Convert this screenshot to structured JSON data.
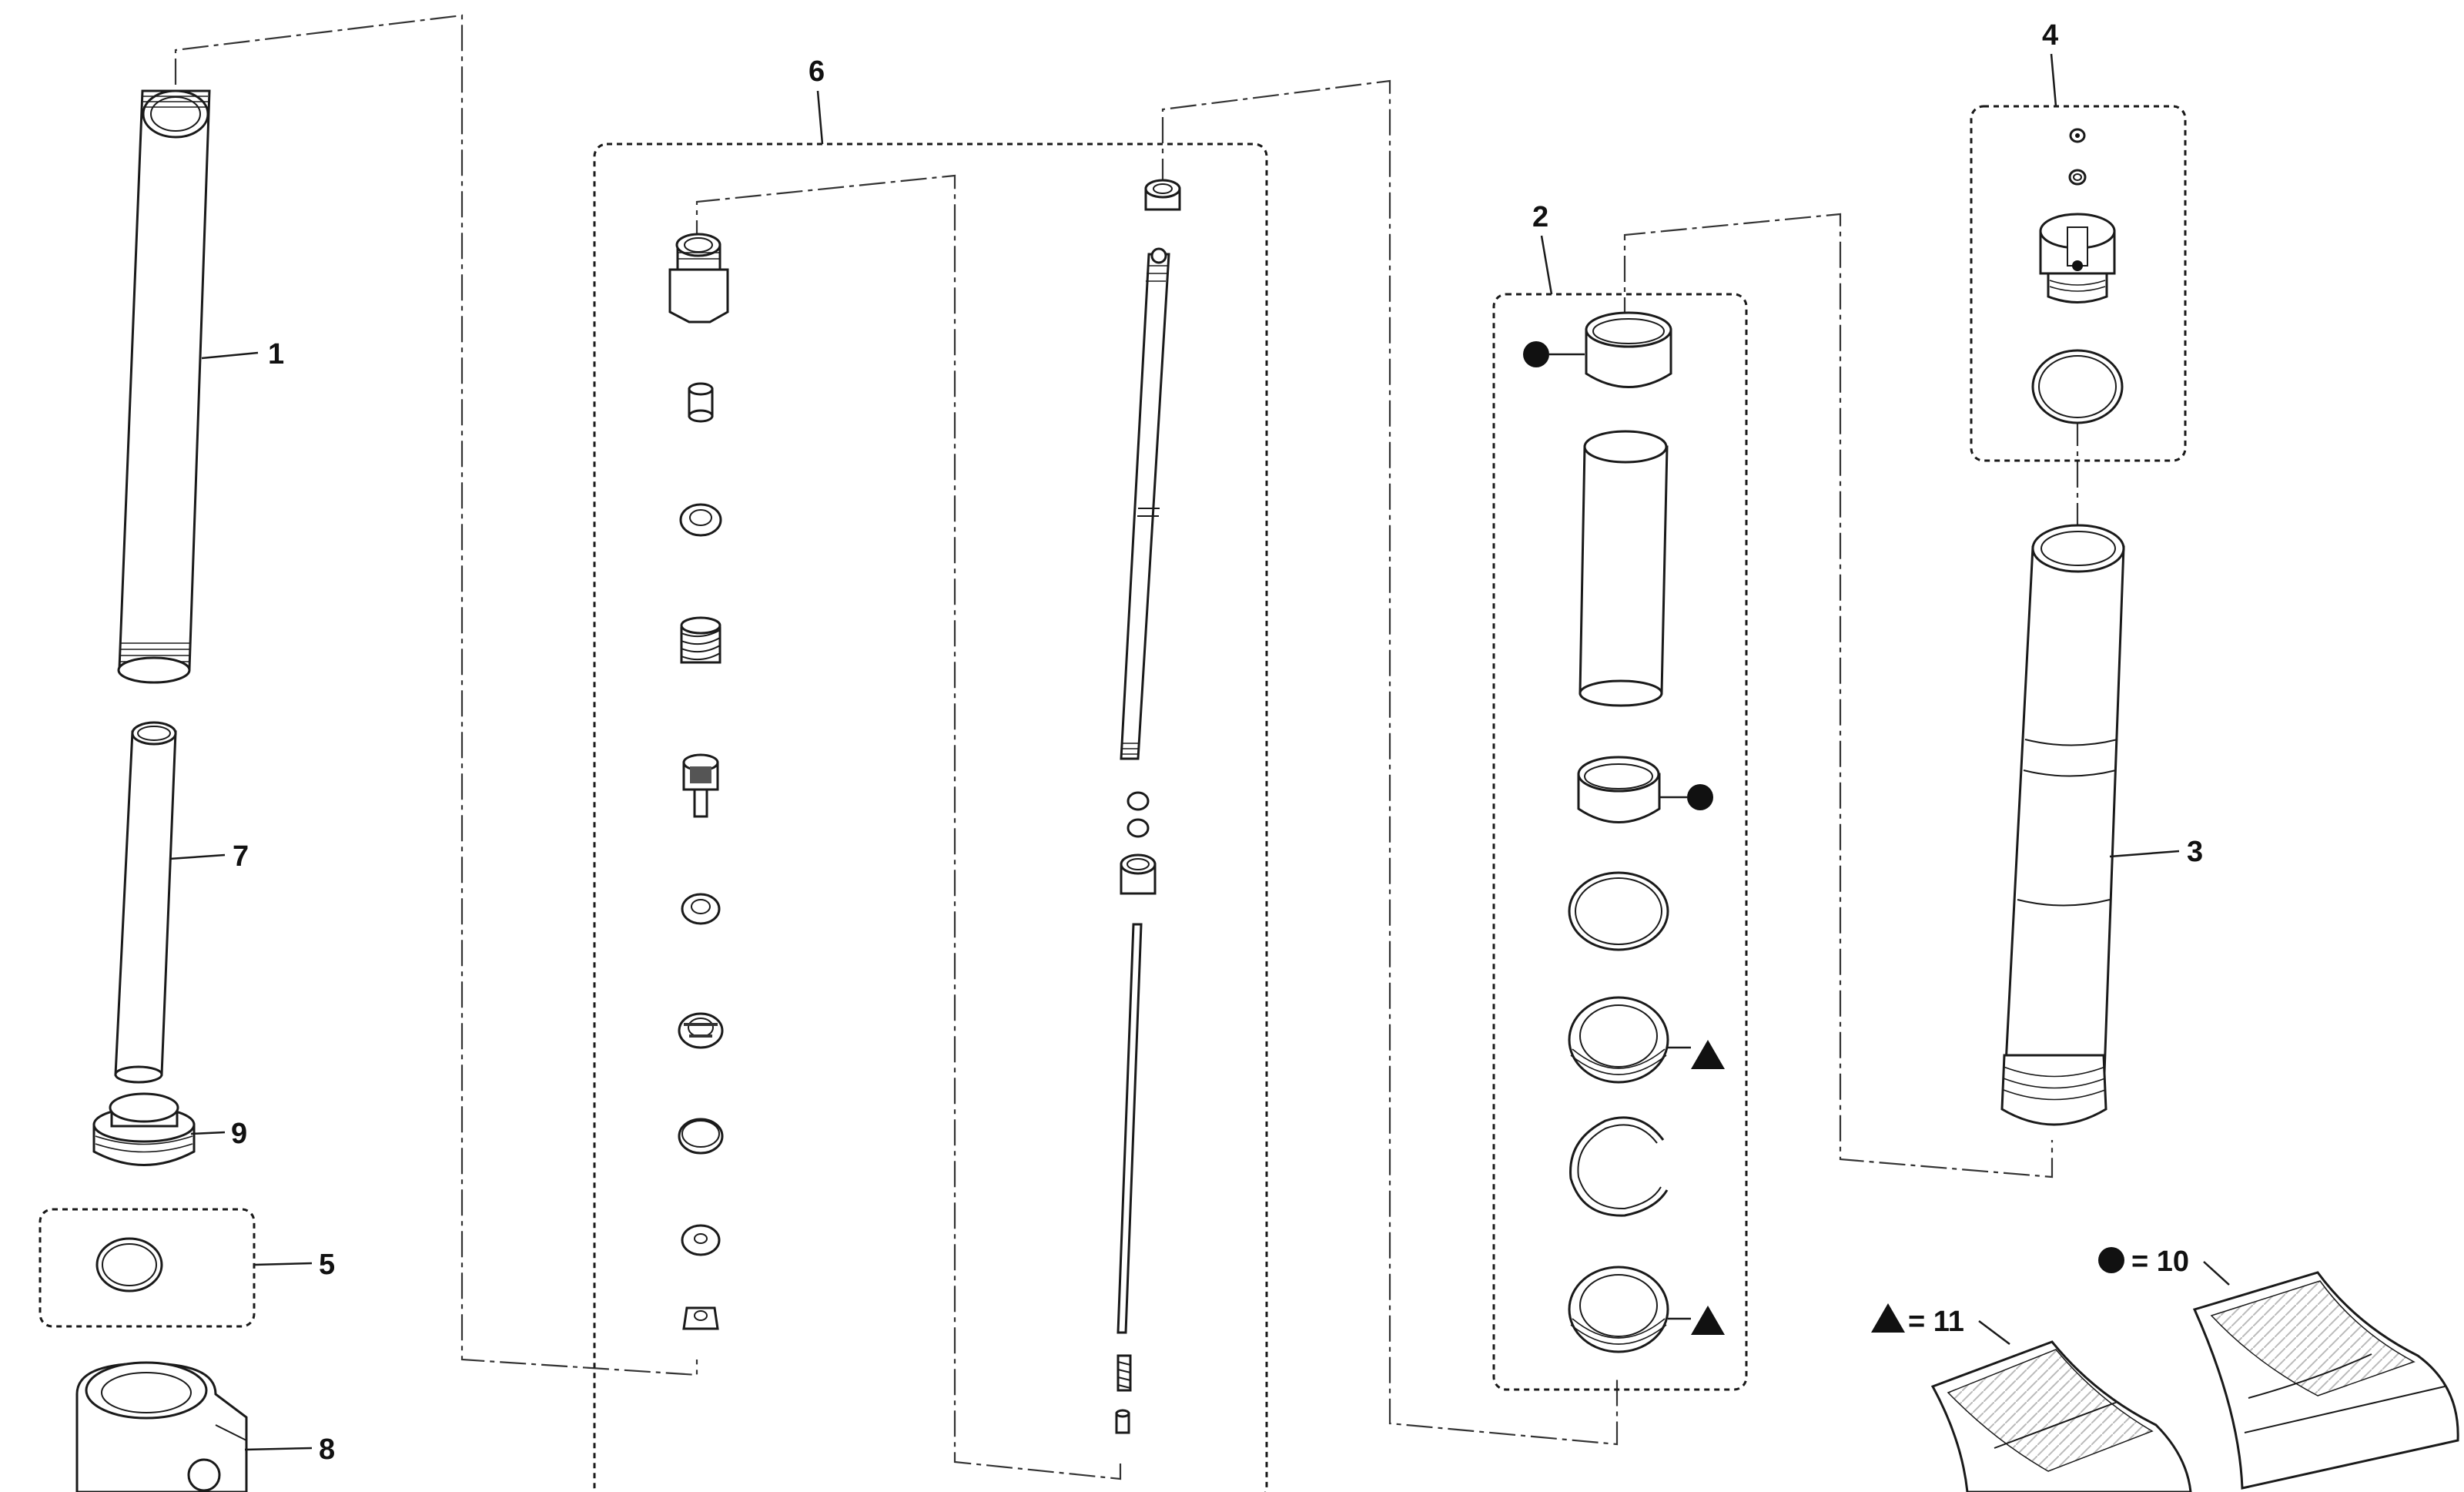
{
  "callouts": {
    "p1": "1",
    "p2": "2",
    "p3": "3",
    "p4": "4",
    "p5": "5",
    "p6": "6",
    "p7": "7",
    "p8": "8",
    "p9": "9"
  },
  "legend": {
    "circle_item": "= 10",
    "triangle_item": "= 11"
  },
  "colors": {
    "ink": "#1a1a1a",
    "background": "#ffffff"
  }
}
